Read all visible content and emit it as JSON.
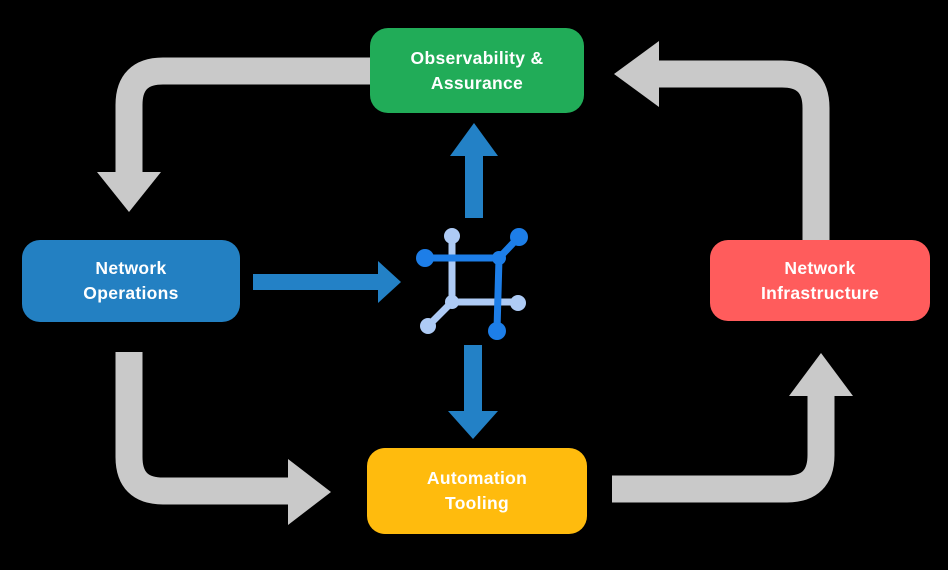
{
  "diagram": {
    "boxes": {
      "observability": {
        "line1": "Observability &",
        "line2": "Assurance",
        "color": "#21AC58"
      },
      "operations": {
        "line1": "Network",
        "line2": "Operations",
        "color": "#2380C2"
      },
      "infrastructure": {
        "line1": "Network",
        "line2": "Infrastructure",
        "color": "#FF5C5C"
      },
      "automation": {
        "line1": "Automation",
        "line2": "Tooling",
        "color": "#FFBB0D"
      }
    },
    "flows": [
      {
        "from": "Observability & Assurance",
        "to": "Network Operations",
        "style": "gray"
      },
      {
        "from": "Network Operations",
        "to": "Automation Tooling",
        "style": "gray"
      },
      {
        "from": "Automation Tooling",
        "to": "Network Infrastructure",
        "style": "gray"
      },
      {
        "from": "Network Infrastructure",
        "to": "Observability & Assurance",
        "style": "gray"
      },
      {
        "from": "Network Operations",
        "to": "network-mesh-icon",
        "style": "blue"
      },
      {
        "from": "network-mesh-icon",
        "to": "Observability & Assurance",
        "style": "blue"
      },
      {
        "from": "network-mesh-icon",
        "to": "Automation Tooling",
        "style": "blue"
      }
    ],
    "icon": {
      "name": "network-mesh-icon"
    },
    "colors": {
      "background": "#000000",
      "text": "#FFFFFF",
      "arrow_gray": "#C9C9C9",
      "arrow_blue": "#2381C6",
      "icon_dark": "#1D7EE8",
      "icon_light": "#AECBF5"
    }
  }
}
